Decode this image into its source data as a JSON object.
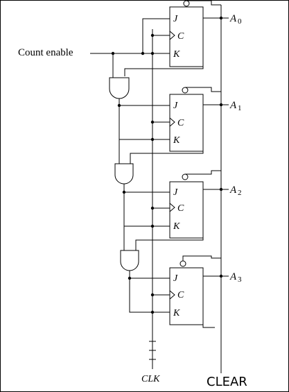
{
  "diagram": {
    "labels": {
      "count_enable": "Count enable",
      "clk": "CLK",
      "clear": "CLEAR"
    },
    "flip_flops": [
      {
        "j": "J",
        "c": "C",
        "k": "K",
        "out": "A",
        "sub": "0"
      },
      {
        "j": "J",
        "c": "C",
        "k": "K",
        "out": "A",
        "sub": "1"
      },
      {
        "j": "J",
        "c": "C",
        "k": "K",
        "out": "A",
        "sub": "2"
      },
      {
        "j": "J",
        "c": "C",
        "k": "K",
        "out": "A",
        "sub": "3"
      }
    ]
  }
}
